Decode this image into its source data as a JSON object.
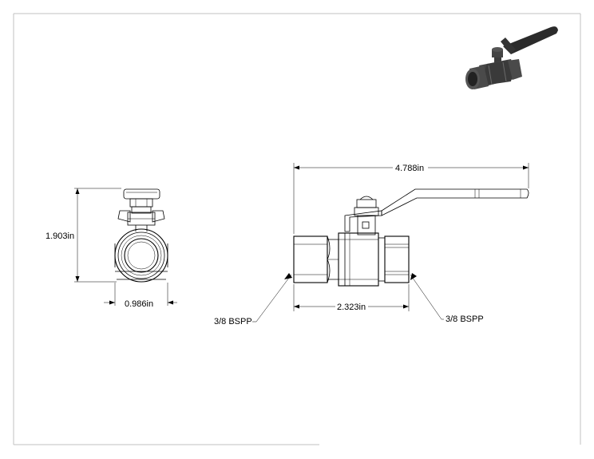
{
  "dimensions": {
    "side_height": "1.903in",
    "side_width": "0.986in",
    "overall_length": "4.788in",
    "body_length": "2.323in"
  },
  "callouts": {
    "left_thread": "3/8 BSPP",
    "right_thread": "3/8 BSPP"
  },
  "colors": {
    "line": "#000000",
    "border": "#b8b8b8",
    "iso_body": "#3a3a3a",
    "iso_handle": "#2b2b2b"
  },
  "icons": {
    "iso_view": "ball-valve-isometric-icon"
  }
}
